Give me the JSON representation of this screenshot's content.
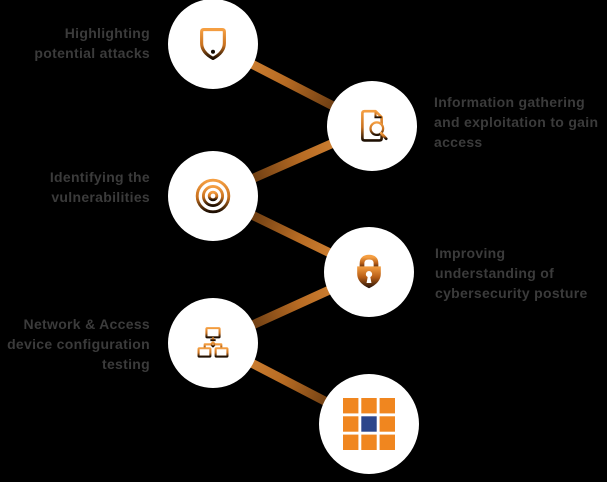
{
  "page": {
    "background": "#000000",
    "text_color": "#3b3b3b",
    "circle_color": "#ffffff"
  },
  "palette": {
    "icon_gradient_top": "#f59f42",
    "icon_gradient_mid": "#c8701e",
    "icon_gradient_bottom": "#1c0e02",
    "connector_bright": "#e2923f",
    "connector_mid": "#b76b23",
    "connector_dark": "#331a06",
    "logo_orange": "#f0861f",
    "logo_navy": "#2c468b"
  },
  "steps": [
    {
      "id": "highlighting-attacks",
      "icon": "shield-alert-icon",
      "side": "left",
      "lines": [
        "Highlighting",
        "potential attacks"
      ]
    },
    {
      "id": "information-gathering",
      "icon": "document-search-icon",
      "side": "right",
      "lines": [
        "Information gathering",
        "and exploitation to gain",
        "access"
      ]
    },
    {
      "id": "identifying-vulnerabilities",
      "icon": "target-icon",
      "side": "left",
      "lines": [
        "Identifying the",
        "vulnerabilities"
      ]
    },
    {
      "id": "improving-posture",
      "icon": "padlock-icon",
      "side": "right",
      "lines": [
        "Improving",
        "understanding of",
        "cybersecurity posture"
      ]
    },
    {
      "id": "network-configuration-testing",
      "icon": "network-icon",
      "side": "left",
      "lines": [
        "Network & Access",
        "device configuration",
        "testing"
      ]
    },
    {
      "id": "grid-logo",
      "icon": "grid-logo-icon",
      "side": "none",
      "lines": []
    }
  ]
}
